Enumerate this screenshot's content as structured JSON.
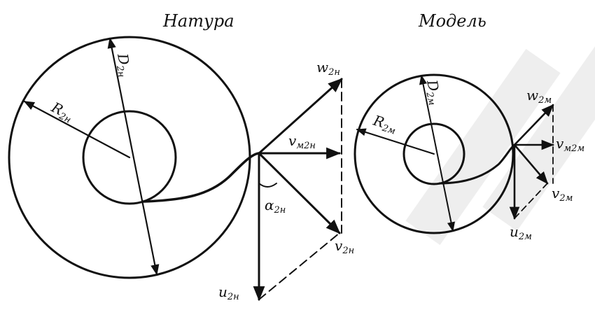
{
  "colors": {
    "ink": "#111111",
    "paper": "#ffffff",
    "watermark": "#e6e6e6"
  },
  "nature": {
    "title": "Натура",
    "outer_diameter": {
      "main": "D",
      "sub": "2н"
    },
    "outer_radius": {
      "main": "R",
      "sub": "2н"
    },
    "relative_velocity": {
      "main": "w",
      "sub": "2н"
    },
    "meridional_velocity": {
      "main": "v",
      "sub": "м2н"
    },
    "absolute_velocity": {
      "main": "v",
      "sub": "2н"
    },
    "peripheral_velocity": {
      "main": "u",
      "sub": "2н"
    },
    "angle": {
      "main": "α",
      "sub": "2н"
    }
  },
  "model": {
    "title": "Модель",
    "outer_diameter": {
      "main": "D",
      "sub": "2м"
    },
    "outer_radius": {
      "main": "R",
      "sub": "2м"
    },
    "relative_velocity": {
      "main": "w",
      "sub": "2м"
    },
    "meridional_velocity": {
      "main": "v",
      "sub": "м2м"
    },
    "absolute_velocity": {
      "main": "v",
      "sub": "2м"
    },
    "peripheral_velocity": {
      "main": "u",
      "sub": "2м"
    }
  }
}
